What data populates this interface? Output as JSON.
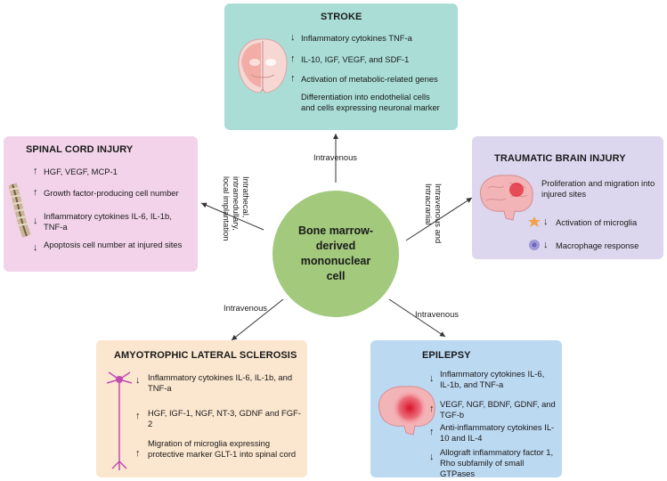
{
  "center": {
    "line1": "Bone marrow-",
    "line2": "derived",
    "line3": "mononuclear",
    "line4": "cell"
  },
  "stroke": {
    "title": "STROKE",
    "items": [
      {
        "dir": "↓",
        "text": "Inflammatory cytokines TNF-a"
      },
      {
        "dir": "↑",
        "text": "IL-10, IGF, VEGF, and SDF-1"
      },
      {
        "dir": "↑",
        "text": "Activation of metabolic-related genes"
      },
      {
        "dir": "",
        "text": "Differentiation into endothelial cells and cells expressing neuronal marker"
      }
    ]
  },
  "sci": {
    "title": "SPINAL CORD INJURY",
    "items": [
      {
        "dir": "↑",
        "text": "HGF, VEGF, MCP-1"
      },
      {
        "dir": "↑",
        "text": "Growth factor-producing cell number"
      },
      {
        "dir": "↓",
        "text": "Inflammatory cytokines IL-6, IL-1b, TNF-a"
      },
      {
        "dir": "↓",
        "text": "Apoptosis cell number at injured sites"
      }
    ]
  },
  "tbi": {
    "title": "TRAUMATIC BRAIN INJURY",
    "items": [
      {
        "dir": "",
        "text": "Proliferation and migration into injured sites"
      },
      {
        "dir": "↓",
        "text": "Activation of microglia"
      },
      {
        "dir": "↓",
        "text": "Macrophage response"
      }
    ]
  },
  "als": {
    "title": "AMYOTROPHIC LATERAL SCLEROSIS",
    "items": [
      {
        "dir": "↓",
        "text": "Inflammatory cytokines IL-6, IL-1b, and TNF-a"
      },
      {
        "dir": "↑",
        "text": "HGF, IGF-1, NGF, NT-3, GDNF and FGF-2"
      },
      {
        "dir": "↑",
        "text": "Migration of microglia expressing protective marker GLT-1 into spinal cord"
      }
    ]
  },
  "epilepsy": {
    "title": "EPILEPSY",
    "items": [
      {
        "dir": "↓",
        "text": "Inflammatory cytokines IL-6, IL-1b, and TNF-a"
      },
      {
        "dir": "↑",
        "text": "VEGF, NGF, BDNF, GDNF, and TGF-b"
      },
      {
        "dir": "↑",
        "text": "Anti-inflammatory cytokines IL-10 and IL-4"
      },
      {
        "dir": "↓",
        "text": "Allograft inflammatory factor 1, Rho subfamily of small GTPases"
      }
    ]
  },
  "routes": {
    "stroke": "Intravenous",
    "sci_line1": "Intrathecal,",
    "sci_line2": "intramedullary,",
    "sci_line3": "local implantation",
    "tbi_line1": "Intravenous and",
    "tbi_line2": "Intracranial",
    "als": "Intravenous",
    "epilepsy": "Intravenous"
  },
  "colors": {
    "stroke_bg": "#a9ddd6",
    "sci_bg": "#f2d3ea",
    "tbi_bg": "#dcd7ee",
    "als_bg": "#fbe6cf",
    "epilepsy_bg": "#bcd9f2",
    "center": "#a2c97c"
  }
}
